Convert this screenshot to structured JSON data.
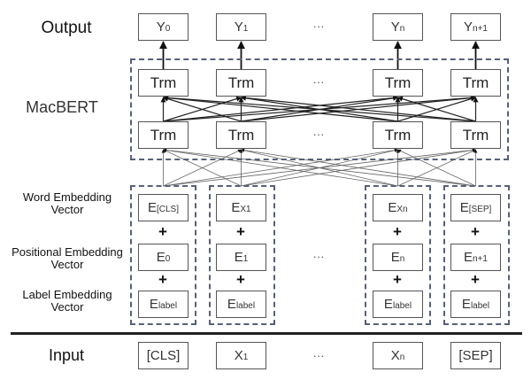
{
  "row_labels": {
    "output": "Output",
    "model": "MacBERT",
    "word_embedding": [
      "Word Embedding",
      "Vector"
    ],
    "positional_embedding": [
      "Positional Embedding",
      "Vector"
    ],
    "label_embedding": [
      "Label Embedding",
      "Vector"
    ],
    "input": "Input"
  },
  "ellipsis": "···",
  "plus": "+",
  "trm_label": "Trm",
  "columns": [
    {
      "output": {
        "main": "Y",
        "sub": "0"
      },
      "word": {
        "main": "E",
        "sub": "[CLS]"
      },
      "pos": {
        "main": "E",
        "sub": "0"
      },
      "label": {
        "main": "E",
        "sub": "label"
      },
      "input": {
        "main": "[CLS]",
        "sub": ""
      }
    },
    {
      "output": {
        "main": "Y",
        "sub": "1"
      },
      "word": {
        "main": "E",
        "sub": "X1"
      },
      "pos": {
        "main": "E",
        "sub": "1"
      },
      "label": {
        "main": "E",
        "sub": "label"
      },
      "input": {
        "main": "X",
        "sub": "1"
      }
    },
    {
      "output": {
        "main": "Y",
        "sub": "n"
      },
      "word": {
        "main": "E",
        "sub": "Xn"
      },
      "pos": {
        "main": "E",
        "sub": "n"
      },
      "label": {
        "main": "E",
        "sub": "label"
      },
      "input": {
        "main": "X",
        "sub": "n"
      }
    },
    {
      "output": {
        "main": "Y",
        "sub": "n+1"
      },
      "word": {
        "main": "E",
        "sub": "[SEP]"
      },
      "pos": {
        "main": "E",
        "sub": "n+1"
      },
      "label": {
        "main": "E",
        "sub": "label"
      },
      "input": {
        "main": "[SEP]",
        "sub": ""
      }
    }
  ]
}
